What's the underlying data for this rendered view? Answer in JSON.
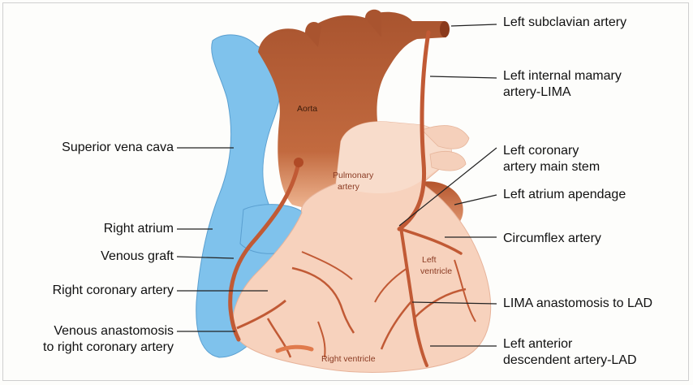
{
  "labels": {
    "left_subclavian": "Left subclavian artery",
    "lima_1": "Left internal mamary",
    "lima_2": "artery-LIMA",
    "svc": "Superior vena cava",
    "lcmain_1": "Left coronary",
    "lcmain_2": "artery main stem",
    "la_appendage": "Left atrium apendage",
    "right_atrium": "Right atrium",
    "circumflex": "Circumflex artery",
    "venous_graft": "Venous graft",
    "rca": "Right coronary artery",
    "lima_anast": "LIMA anastomosis to LAD",
    "venous_anast_1": "Venous anastomosis",
    "venous_anast_2": "to right coronary artery",
    "lad_1": "Left anterior",
    "lad_2": "descendent artery-LAD"
  },
  "inner_labels": {
    "aorta": "Aorta",
    "pulmonary_1": "Pulmonary",
    "pulmonary_2": "artery",
    "lv_1": "Left",
    "lv_2": "ventricle",
    "rv": "Right ventricle"
  },
  "colors": {
    "vein_blue": "#7fc2ec",
    "artery_brown": "#b65a33",
    "heart_pink": "#f7d2bd",
    "vessel_red": "#c15a35"
  }
}
